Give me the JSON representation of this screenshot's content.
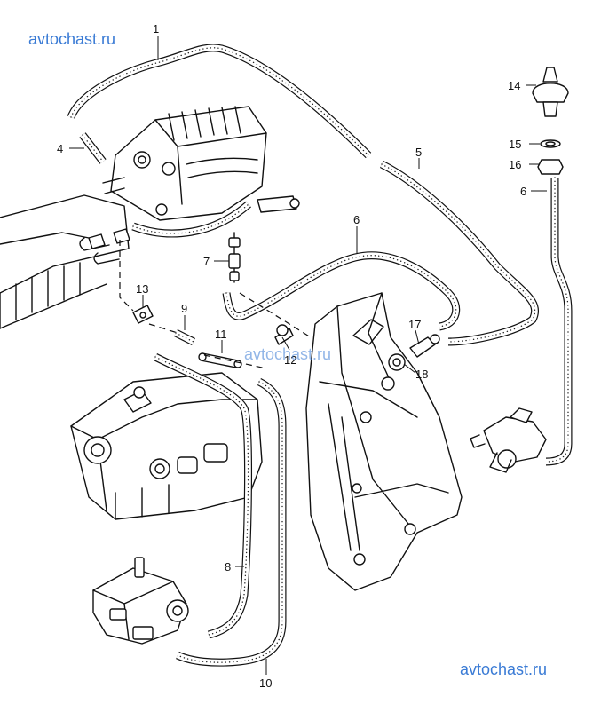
{
  "watermarks": {
    "top_left": "avtochast.ru",
    "center": "avtochast.ru",
    "bottom_right": "avtochast.ru"
  },
  "callouts": [
    {
      "id": "1",
      "label": "1"
    },
    {
      "id": "4",
      "label": "4"
    },
    {
      "id": "5",
      "label": "5"
    },
    {
      "id": "6a",
      "label": "6"
    },
    {
      "id": "6b",
      "label": "6"
    },
    {
      "id": "7",
      "label": "7"
    },
    {
      "id": "8",
      "label": "8"
    },
    {
      "id": "9",
      "label": "9"
    },
    {
      "id": "10",
      "label": "10"
    },
    {
      "id": "11",
      "label": "11"
    },
    {
      "id": "12",
      "label": "12"
    },
    {
      "id": "13",
      "label": "13"
    },
    {
      "id": "14",
      "label": "14"
    },
    {
      "id": "15",
      "label": "15"
    },
    {
      "id": "16",
      "label": "16"
    },
    {
      "id": "17",
      "label": "17"
    },
    {
      "id": "18",
      "label": "18"
    }
  ]
}
